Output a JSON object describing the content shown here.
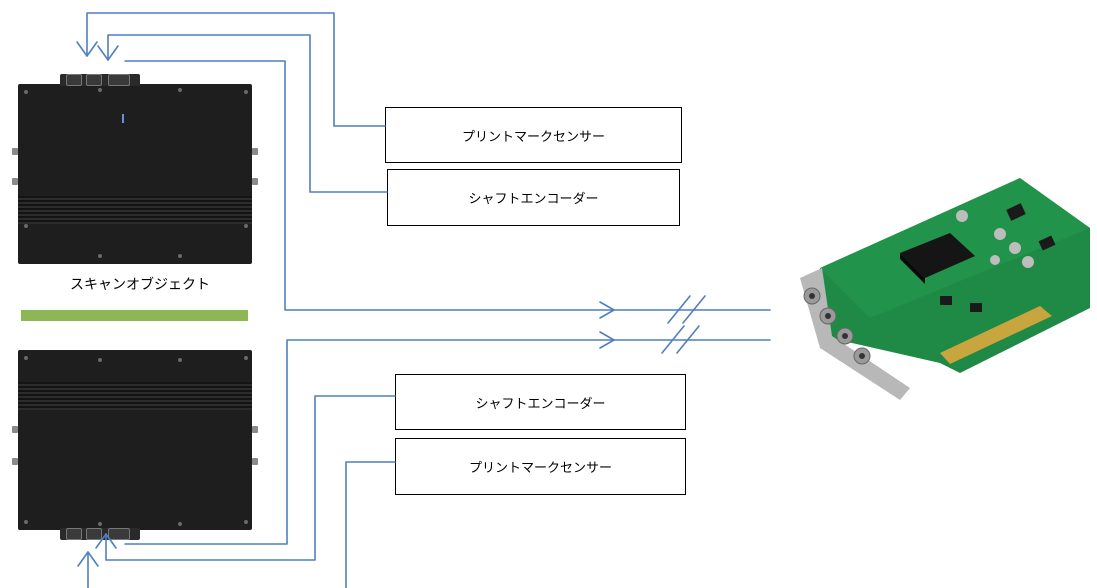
{
  "diagram": {
    "top_label_1": "プリントマークセンサー",
    "top_label_2": "シャフトエンコーダー",
    "scan_object_label": "スキャンオブジェクト",
    "bottom_label_1": "シャフトエンコーダー",
    "bottom_label_2": "プリントマークセンサー"
  },
  "colors": {
    "line": "#4f7fc0",
    "scan_bar": "#8db654",
    "camera_body": "#1e1e1f",
    "board_pcb": "#1f8a45"
  },
  "icons": {
    "top_camera": "line-scan-camera-icon",
    "bottom_camera": "line-scan-camera-icon",
    "frame_grabber": "frame-grabber-card-icon"
  }
}
